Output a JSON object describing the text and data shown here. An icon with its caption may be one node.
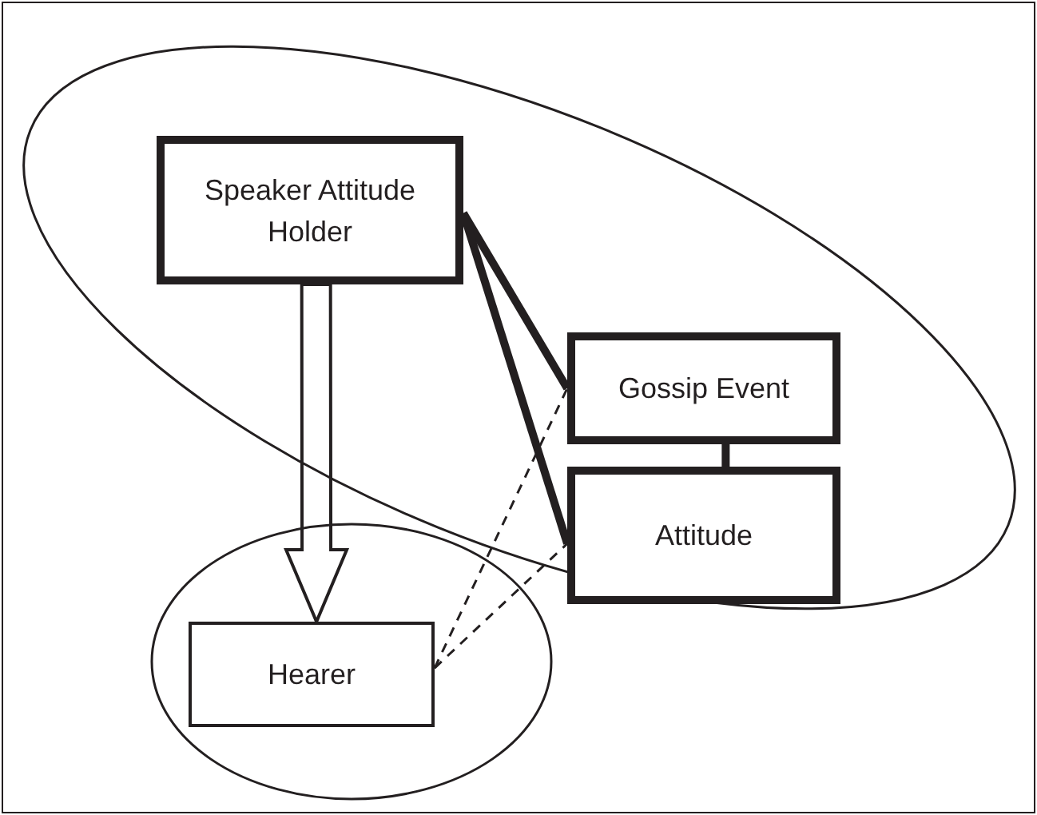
{
  "diagram": {
    "nodes": [
      {
        "text": [],
        "shape": "ellipse"
      },
      {
        "text": [
          "Speaker Attitude Holder"
        ],
        "in": 0
      },
      {
        "text": [
          "Gossip Event"
        ],
        "in": 0
      },
      {
        "text": [
          "Attitude"
        ],
        "in": 0
      },
      {
        "text": [],
        "shape": "ellipse"
      },
      {
        "text": [
          "Hearer"
        ],
        "in": 4
      }
    ],
    "edges": [
      {
        "from": 1,
        "to": 5,
        "arrow": "to",
        "style": "thick"
      },
      {
        "from": 1,
        "to": 2,
        "arrow": "none"
      },
      {
        "from": 1,
        "to": 3,
        "arrow": "none"
      },
      {
        "from": 2,
        "to": 3,
        "arrow": "none"
      },
      {
        "from": 5,
        "to": 2,
        "arrow": "none",
        "style": "dashed"
      },
      {
        "from": 5,
        "to": 3,
        "arrow": "none",
        "style": "dashed"
      }
    ]
  }
}
